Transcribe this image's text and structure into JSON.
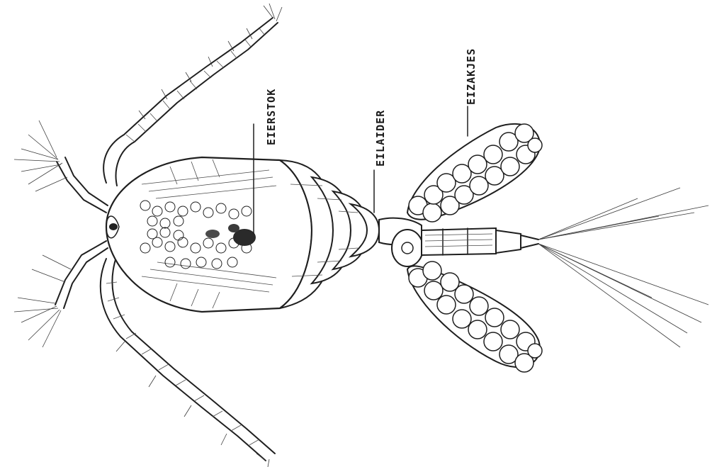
{
  "diagram": {
    "subject": "copepod-female-with-egg-sacs",
    "labels": [
      {
        "id": "ovary",
        "text": "EIERSTOK"
      },
      {
        "id": "oviduct",
        "text": "EILAIDER"
      },
      {
        "id": "egg-sacs",
        "text": "EIZAKJES"
      }
    ]
  },
  "colors": {
    "ink": "#1f1f1f",
    "paper": "#ffffff"
  }
}
